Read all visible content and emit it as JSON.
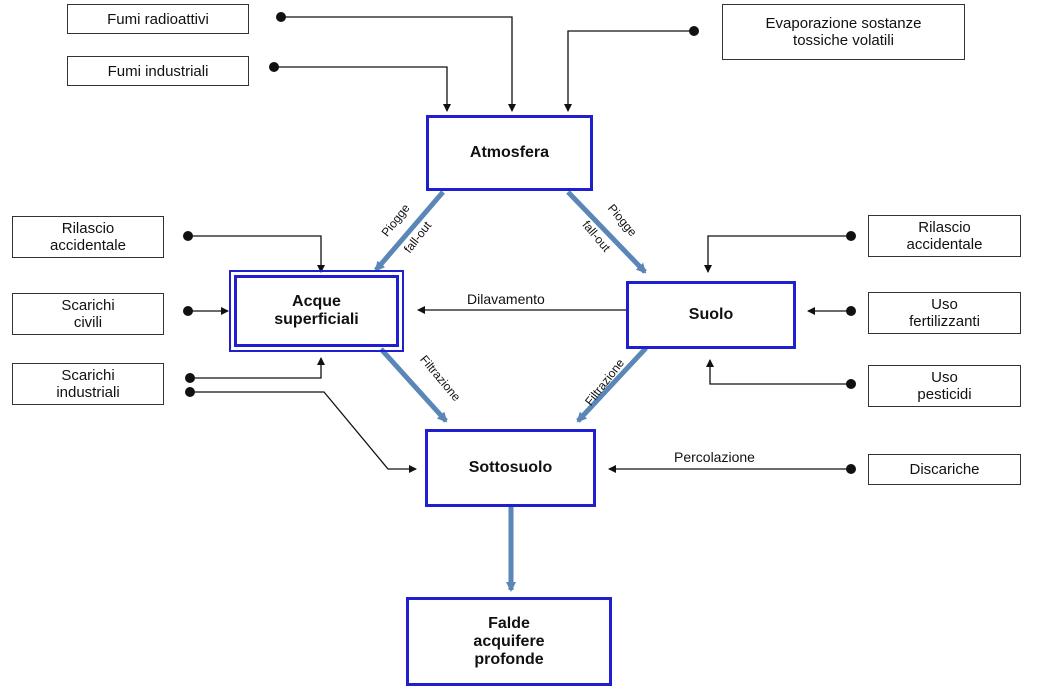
{
  "nodes": {
    "atmosfera": "Atmosfera",
    "acque": "Acque\nsuperficiali",
    "suolo": "Suolo",
    "sottosuolo": "Sottosuolo",
    "falde": "Falde\nacquifere\nprofonde"
  },
  "sources": {
    "fumi_radioattivi": "Fumi radioattivi",
    "fumi_industriali": "Fumi industriali",
    "evaporazione": "Evaporazione sostanze\ntossiche volatili",
    "rilascio_left": "Rilascio\naccidentale",
    "scarichi_civili": "Scarichi\ncivili",
    "scarichi_industriali": "Scarichi\nindustriali",
    "rilascio_right": "Rilascio\naccidentale",
    "uso_fertilizzanti": "Uso\nfertilizzanti",
    "uso_pesticidi": "Uso\npesticidi",
    "discariche": "Discariche"
  },
  "flows": {
    "piogge": "Piogge",
    "fallout": "fall-out",
    "dilavamento": "Dilavamento",
    "filtrazione": "Filtrazione",
    "percolazione": "Percolazione"
  },
  "colors": {
    "box_border": "#1f1fd0",
    "flow_arrow": "#5a86b8",
    "line": "#111111"
  }
}
